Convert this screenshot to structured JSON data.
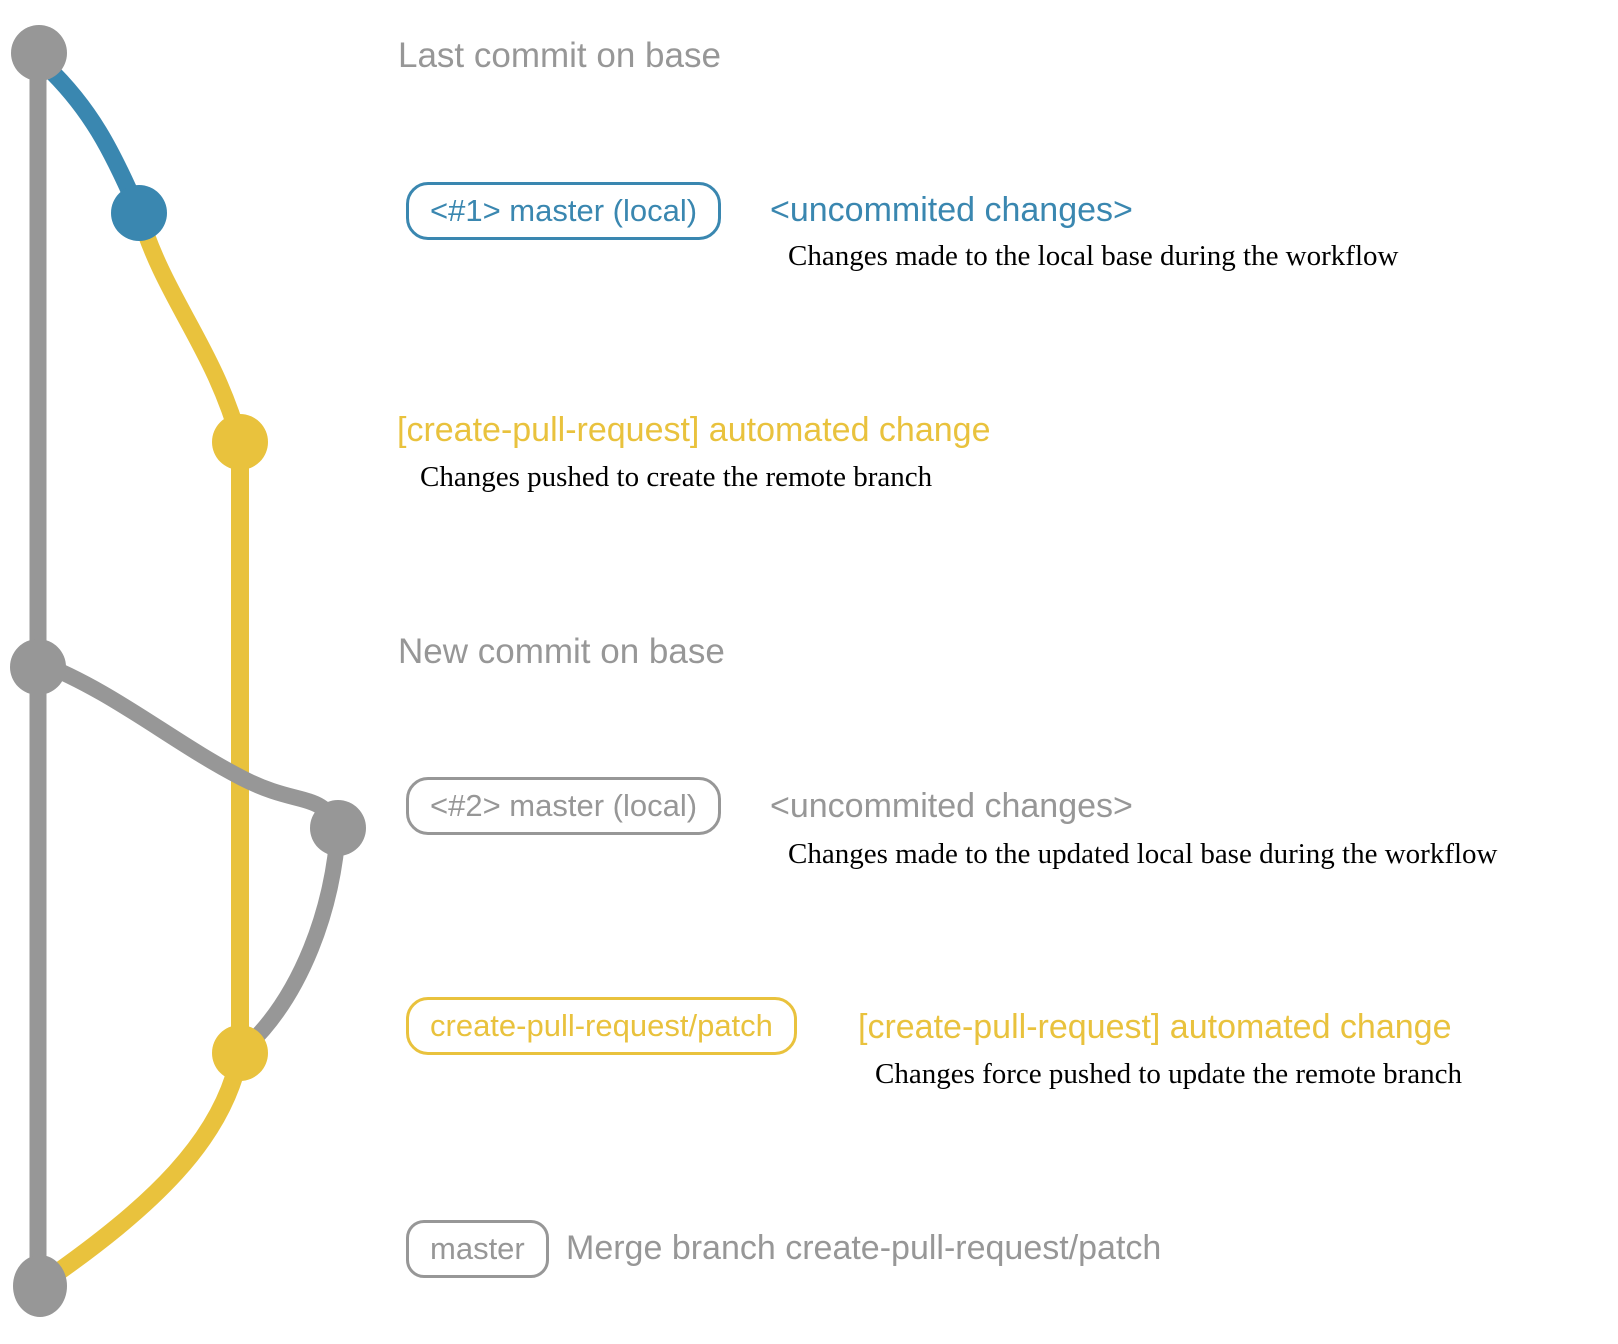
{
  "colors": {
    "background": "#ffffff",
    "gray": "#979797",
    "blue": "#3a87b0",
    "yellow": "#e9c23d",
    "ink": "#000000"
  },
  "rows": {
    "last_commit": {
      "heading": "Last commit on base"
    },
    "local_commit_1": {
      "ref": "<#1> master (local)",
      "message": "<uncommited changes>",
      "description": "Changes made to the local base during the workflow"
    },
    "remote_commit_1": {
      "message": "[create-pull-request] automated change",
      "description": "Changes pushed to create the remote branch"
    },
    "new_commit": {
      "heading": "New commit on base"
    },
    "local_commit_2": {
      "ref": "<#2> master (local)",
      "message": "<uncommited changes>",
      "description": "Changes made to the updated local base during the workflow"
    },
    "remote_commit_2": {
      "ref": "create-pull-request/patch",
      "message": "[create-pull-request] automated change",
      "description": "Changes force pushed to update the remote branch"
    },
    "merge_commit": {
      "ref": "master",
      "message": "Merge branch create-pull-request/patch"
    }
  }
}
